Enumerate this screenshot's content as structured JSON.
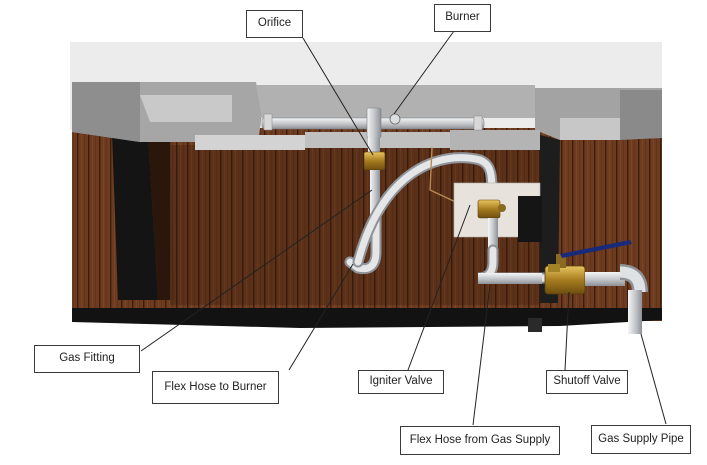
{
  "labels": {
    "orifice": "Orifice",
    "burner": "Burner",
    "gas_fitting": "Gas Fitting",
    "flex_hose_to_burner": "Flex Hose to Burner",
    "igniter_valve": "Igniter Valve",
    "shutoff_valve": "Shutoff Valve",
    "flex_hose_from_gas_supply": "Flex Hose from Gas Supply",
    "gas_supply_pipe": "Gas Supply Pipe"
  },
  "colors": {
    "wood": "#6b3a1f",
    "wood_dark": "#4a2612",
    "pipe": "#c9ccd0",
    "brass": "#b08a2a",
    "top_grey": "#a9a9a9",
    "base_black": "#111111"
  }
}
